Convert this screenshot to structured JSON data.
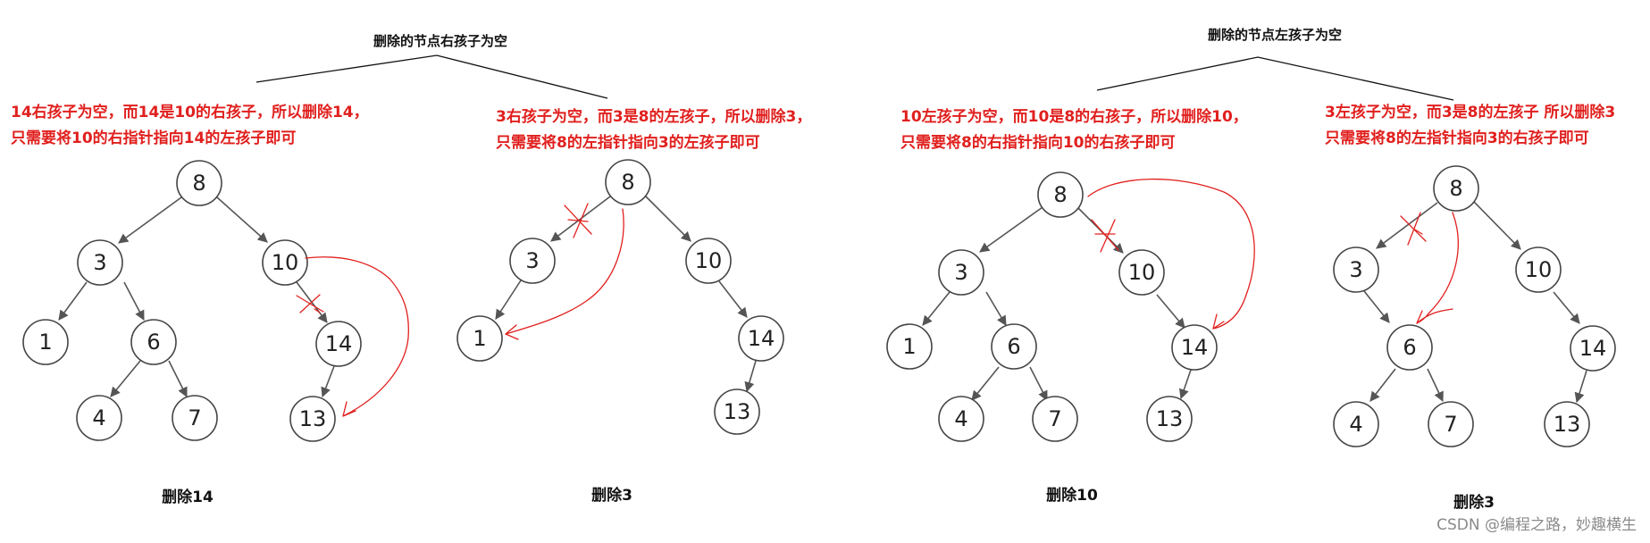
{
  "headings": {
    "right_empty": "删除的节点右孩子为空",
    "left_empty": "删除的节点左孩子为空"
  },
  "panels": [
    {
      "id": "p1",
      "note_line1": "14右孩子为空，而14是10的右孩子，所以删除14，",
      "note_line2": "只需要将10的右指针指向14的左孩子即可",
      "caption": "删除14",
      "nodes": {
        "n8": "8",
        "n3": "3",
        "n10": "10",
        "n1": "1",
        "n6": "6",
        "n14": "14",
        "n4": "4",
        "n7": "7",
        "n13": "13"
      }
    },
    {
      "id": "p2",
      "note_line1": "3右孩子为空，而3是8的左孩子，所以删除3，",
      "note_line2": "只需要将8的左指针指向3的左孩子即可",
      "caption": "删除3",
      "nodes": {
        "n8": "8",
        "n3": "3",
        "n10": "10",
        "n1": "1",
        "n14": "14",
        "n13": "13"
      }
    },
    {
      "id": "p3",
      "note_line1": "10左孩子为空，而10是8的右孩子，所以删除10，",
      "note_line2": "只需要将8的右指针指向10的右孩子即可",
      "caption": "删除10",
      "nodes": {
        "n8": "8",
        "n3": "3",
        "n10": "10",
        "n1": "1",
        "n6": "6",
        "n14": "14",
        "n4": "4",
        "n7": "7",
        "n13": "13"
      }
    },
    {
      "id": "p4",
      "note_line1": "3左孩子为空，而3是8的左孩子 所以删除3",
      "note_line2": "只需要将8的左指针指向3的右孩子即可",
      "caption": "删除3",
      "nodes": {
        "n8": "8",
        "n3": "3",
        "n10": "10",
        "n6": "6",
        "n14": "14",
        "n4": "4",
        "n7": "7",
        "n13": "13"
      }
    }
  ],
  "watermark": "CSDN @编程之路，妙趣横生",
  "colors": {
    "annotation": "#e0201e",
    "node_stroke": "#444444",
    "edge": "#555555"
  }
}
